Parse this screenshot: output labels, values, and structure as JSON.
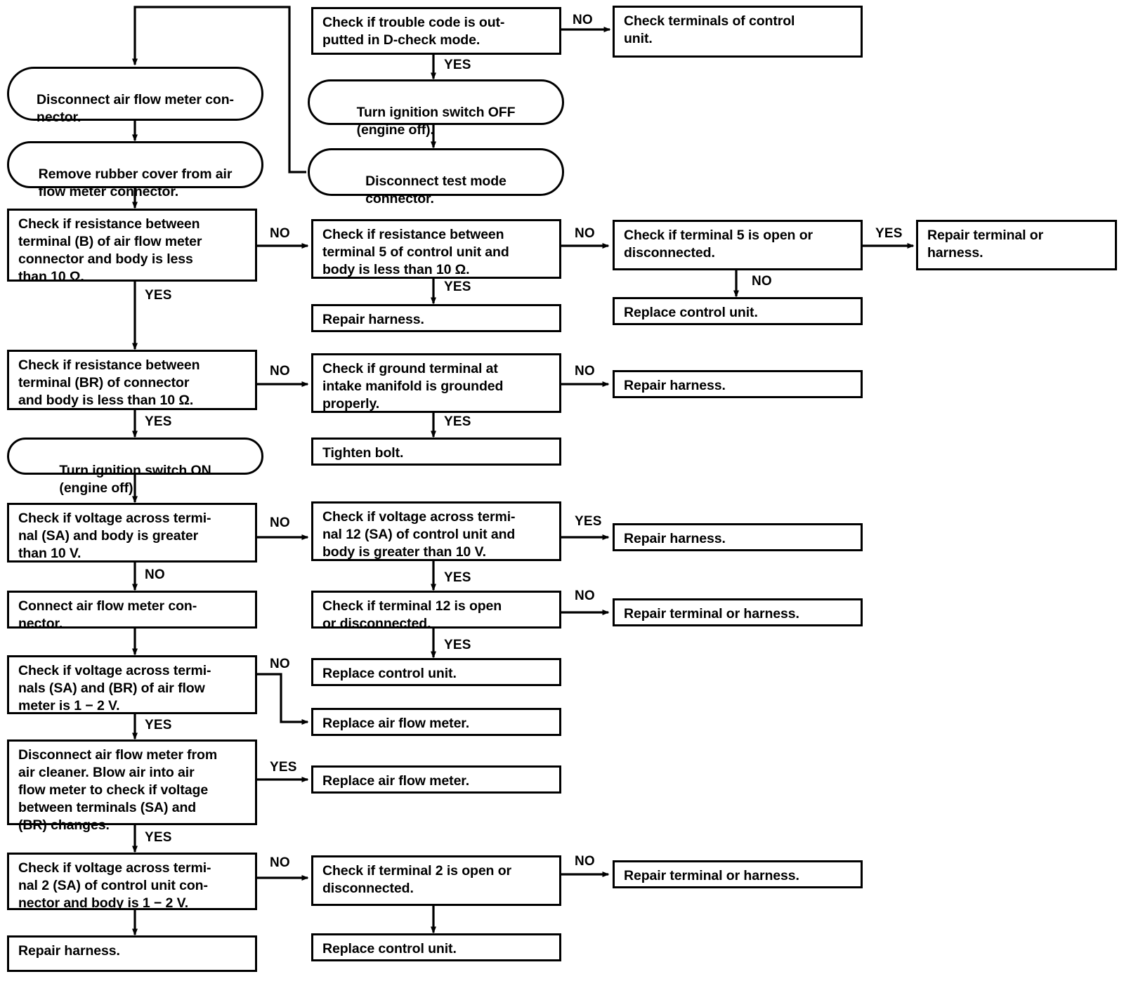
{
  "diagram": {
    "title": "Air flow meter diagnostic flowchart",
    "stroke_color": "#000000",
    "background_color": "#ffffff",
    "nodes": [
      {
        "id": "n1",
        "shape": "rounded",
        "text": "Disconnect air flow meter con-\nnector."
      },
      {
        "id": "n2",
        "shape": "rounded",
        "text": "Remove rubber cover from air\nflow meter connector."
      },
      {
        "id": "n3",
        "shape": "rect",
        "text": "Check if resistance between\nterminal (B) of air flow meter\nconnector and body is less\nthan 10 Ω."
      },
      {
        "id": "n4",
        "shape": "rect",
        "text": "Check if resistance between\nterminal (BR) of connector\nand body is less than 10 Ω."
      },
      {
        "id": "n5",
        "shape": "rounded",
        "text": "Turn ignition switch ON\n(engine off)."
      },
      {
        "id": "n6",
        "shape": "rect",
        "text": "Check if voltage across termi-\nnal (SA) and body is greater\nthan 10 V."
      },
      {
        "id": "n7",
        "shape": "rect",
        "text": "Connect air flow meter con-\nnector."
      },
      {
        "id": "n8",
        "shape": "rect",
        "text": "Check if voltage across termi-\nnals (SA) and (BR) of air flow\nmeter is 1 − 2 V."
      },
      {
        "id": "n9",
        "shape": "rect",
        "text": "Disconnect air flow meter from\nair cleaner.  Blow air into air\nflow meter to check if voltage\nbetween terminals (SA) and\n(BR) changes."
      },
      {
        "id": "n10",
        "shape": "rect",
        "text": "Check if voltage across termi-\nnal 2 (SA) of control unit con-\nnector and body is 1 − 2 V."
      },
      {
        "id": "n11",
        "shape": "rect",
        "text": "Repair harness."
      },
      {
        "id": "m1",
        "shape": "rect",
        "text": "Check if trouble code is out-\nputted in D-check mode."
      },
      {
        "id": "m2",
        "shape": "rounded",
        "text": "Turn ignition switch OFF\n(engine off)."
      },
      {
        "id": "m3",
        "shape": "rounded",
        "text": "Disconnect test mode\nconnector."
      },
      {
        "id": "m4",
        "shape": "rect",
        "text": "Check if resistance between\nterminal 5 of control unit and\nbody is less than 10 Ω."
      },
      {
        "id": "m5",
        "shape": "rect",
        "text": "Repair harness."
      },
      {
        "id": "m6",
        "shape": "rect",
        "text": "Check if ground terminal at\nintake manifold is grounded\nproperly."
      },
      {
        "id": "m7",
        "shape": "rect",
        "text": "Tighten bolt."
      },
      {
        "id": "m8",
        "shape": "rect",
        "text": "Check if voltage across termi-\nnal 12 (SA) of control unit and\nbody is greater than 10 V."
      },
      {
        "id": "m9",
        "shape": "rect",
        "text": "Check if terminal 12 is open\nor disconnected."
      },
      {
        "id": "m10",
        "shape": "rect",
        "text": "Replace control unit."
      },
      {
        "id": "m11",
        "shape": "rect",
        "text": "Replace air flow meter."
      },
      {
        "id": "m12",
        "shape": "rect",
        "text": "Replace air flow meter."
      },
      {
        "id": "m13",
        "shape": "rect",
        "text": "Check if terminal 2 is open or\ndisconnected."
      },
      {
        "id": "m14",
        "shape": "rect",
        "text": "Replace control unit."
      },
      {
        "id": "r1",
        "shape": "rect",
        "text": "Check terminals of control\nunit."
      },
      {
        "id": "r2",
        "shape": "rect",
        "text": "Check if terminal 5 is open or\ndisconnected."
      },
      {
        "id": "r3",
        "shape": "rect",
        "text": "Replace control unit."
      },
      {
        "id": "r4",
        "shape": "rect",
        "text": "Repair terminal or\nharness."
      },
      {
        "id": "r5",
        "shape": "rect",
        "text": "Repair harness."
      },
      {
        "id": "r6",
        "shape": "rect",
        "text": "Repair harness."
      },
      {
        "id": "r7",
        "shape": "rect",
        "text": "Repair terminal or harness."
      },
      {
        "id": "r8",
        "shape": "rect",
        "text": "Repair terminal or harness."
      }
    ],
    "edge_labels": [
      {
        "id": "e1",
        "text": "NO"
      },
      {
        "id": "e2",
        "text": "YES"
      },
      {
        "id": "e3",
        "text": "NO"
      },
      {
        "id": "e4",
        "text": "YES"
      },
      {
        "id": "e5",
        "text": "NO"
      },
      {
        "id": "e6",
        "text": "YES"
      },
      {
        "id": "e7",
        "text": "NO"
      },
      {
        "id": "e8",
        "text": "YES"
      },
      {
        "id": "e9",
        "text": "NO"
      },
      {
        "id": "e10",
        "text": "NO"
      },
      {
        "id": "e11",
        "text": "YES"
      },
      {
        "id": "e12",
        "text": "YES"
      },
      {
        "id": "e13",
        "text": "NO"
      },
      {
        "id": "e14",
        "text": "YES"
      },
      {
        "id": "e15",
        "text": "NO"
      },
      {
        "id": "e16",
        "text": "YES"
      },
      {
        "id": "e17",
        "text": "NO"
      },
      {
        "id": "e18",
        "text": "YES"
      },
      {
        "id": "e19",
        "text": "NO"
      },
      {
        "id": "e20",
        "text": "YES"
      },
      {
        "id": "e21",
        "text": "YES"
      },
      {
        "id": "e22",
        "text": "YES"
      },
      {
        "id": "e23",
        "text": "NO"
      },
      {
        "id": "e24",
        "text": "NO"
      }
    ]
  }
}
